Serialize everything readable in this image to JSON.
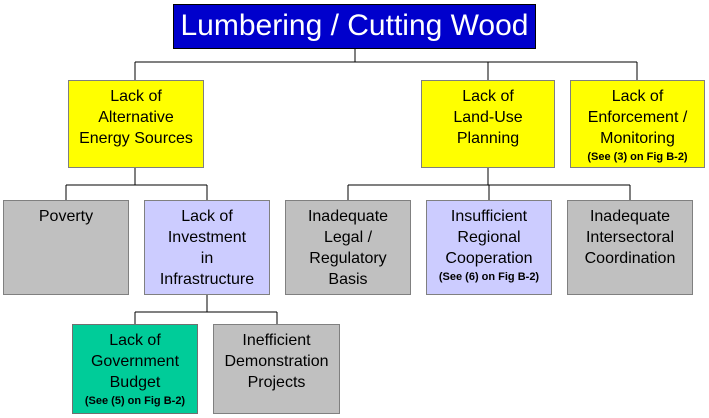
{
  "colors": {
    "root_bg": "#0000cc",
    "root_text": "#ffffff",
    "yellow": "#ffff00",
    "gray": "#c0c0c0",
    "lavender": "#ccccff",
    "green": "#00cc99",
    "line": "#000000"
  },
  "root": {
    "label": "Lumbering / Cutting Wood"
  },
  "level1": {
    "energy": {
      "label": "Lack of\nAlternative\nEnergy Sources"
    },
    "landuse": {
      "label": "Lack of\nLand-Use\nPlanning"
    },
    "enforcement": {
      "label": "Lack of\nEnforcement /\nMonitoring",
      "note": "(See (3) on Fig B-2)"
    }
  },
  "level2": {
    "poverty": {
      "label": "Poverty"
    },
    "investment": {
      "label": "Lack of\nInvestment\nin\nInfrastructure"
    },
    "legal": {
      "label": "Inadequate\nLegal /\nRegulatory\nBasis"
    },
    "regional": {
      "label": "Insufficient\nRegional\nCooperation",
      "note": "(See (6) on Fig B-2)"
    },
    "intersectoral": {
      "label": "Inadequate\nIntersectoral\nCoordination"
    }
  },
  "level3": {
    "budget": {
      "label": "Lack of\nGovernment\nBudget",
      "note": "(See (5) on Fig B-2)"
    },
    "demonstration": {
      "label": "Inefficient\nDemonstration\nProjects"
    }
  }
}
